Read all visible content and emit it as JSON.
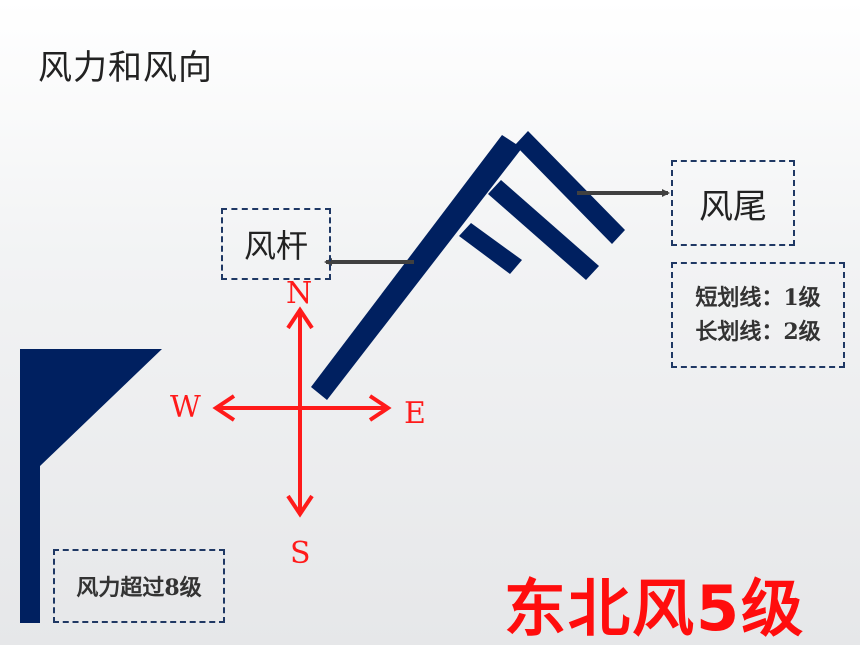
{
  "title": "风力和风向",
  "labels": {
    "pole": "风杆",
    "tail": "风尾",
    "short_line": "短划线：1级",
    "long_line": "长划线：2级",
    "over_8": "风力超过8级"
  },
  "compass": {
    "north": "N",
    "south": "S",
    "east": "E",
    "west": "W"
  },
  "result": "东北风5级",
  "colors": {
    "symbol": "#002060",
    "compass": "#ff1a1a",
    "result": "#ff0d0d",
    "arrow": "#404040"
  }
}
